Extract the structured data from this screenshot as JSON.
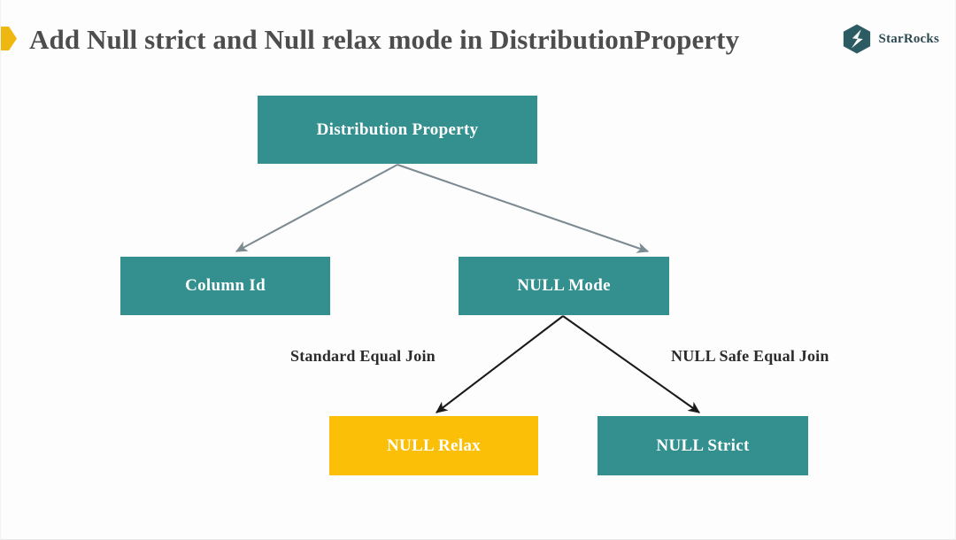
{
  "slide": {
    "background_color": "#fdfdfd",
    "title": "Add Null strict and Null relax mode in DistributionProperty",
    "title_color": "#4d4d4d",
    "bullet_color": "#efb810"
  },
  "brand": {
    "name": "StarRocks",
    "mark_color": "#2d5b63",
    "text_color": "#2d4a52"
  },
  "palette": {
    "teal": "#33908f",
    "gold": "#fbbf07",
    "arrow_gray": "#7c8b91",
    "arrow_black": "#1a1a1a"
  },
  "diagram": {
    "type": "tree",
    "nodes": [
      {
        "id": "distribution-property",
        "label": "Distribution Property",
        "color": "#33908f",
        "text_color": "#ffffff"
      },
      {
        "id": "column-id",
        "label": "Column Id",
        "color": "#33908f",
        "text_color": "#ffffff"
      },
      {
        "id": "null-mode",
        "label": "NULL Mode",
        "color": "#33908f",
        "text_color": "#ffffff"
      },
      {
        "id": "null-relax",
        "label": "NULL Relax",
        "color": "#fbbf07",
        "text_color": "#ffffff"
      },
      {
        "id": "null-strict",
        "label": "NULL Strict",
        "color": "#33908f",
        "text_color": "#ffffff"
      }
    ],
    "edges": [
      {
        "from": "distribution-property",
        "to": "column-id",
        "label": "",
        "color": "#7c8b91"
      },
      {
        "from": "distribution-property",
        "to": "null-mode",
        "label": "",
        "color": "#7c8b91"
      },
      {
        "from": "null-mode",
        "to": "null-relax",
        "label": "Standard Equal Join",
        "color": "#1a1a1a"
      },
      {
        "from": "null-mode",
        "to": "null-strict",
        "label": "NULL Safe Equal Join",
        "color": "#1a1a1a"
      }
    ],
    "edge_labels": {
      "standard_equal_join": "Standard Equal Join",
      "null_safe_equal_join": "NULL Safe Equal Join"
    }
  }
}
